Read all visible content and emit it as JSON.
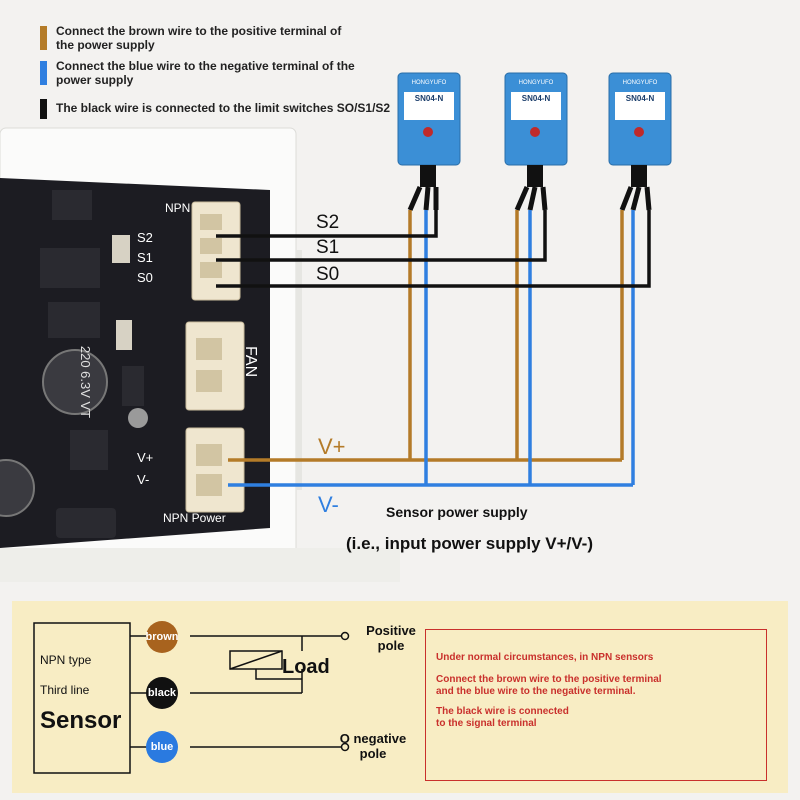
{
  "legend": [
    {
      "text": "Connect the brown wire to the positive terminal of the power supply",
      "color": "#b47b28"
    },
    {
      "text": "Connect the blue wire to the negative terminal of the power supply",
      "color": "#2f7fe0"
    },
    {
      "text": "The black wire is connected to the limit switches SO/S1/S2",
      "color": "#111111"
    }
  ],
  "sensors": [
    {
      "model": "SN04-N",
      "brand": "HONGYUFO"
    },
    {
      "model": "SN04-N",
      "brand": "HONGYUFO"
    },
    {
      "model": "SN04-N",
      "brand": "HONGYUFO"
    }
  ],
  "board": {
    "npn_sensor_label": "NPN sensor",
    "pin_labels": [
      "S2",
      "S1",
      "S0"
    ],
    "fan_label": "FAN",
    "npn_power_label": "NPN Power",
    "power_pins": [
      "V+",
      "V-"
    ],
    "capacitor_text": "220 6.3V VT"
  },
  "signals": [
    "S2",
    "S1",
    "S0"
  ],
  "power": {
    "positive": "V+",
    "negative": "V-"
  },
  "captions": {
    "supply": "Sensor power supply",
    "note": "(i.e., input power supply V+/V-)"
  },
  "schematic": {
    "npn_type": "NPN type",
    "third_line": "Third line",
    "sensor": "Sensor",
    "wires": [
      "brown",
      "black",
      "blue"
    ],
    "load": "Load",
    "positive": "Positive pole",
    "negative": "O negative pole"
  },
  "note_box": {
    "line1": "Under normal circumstances, in NPN sensors",
    "line2": "Connect the brown wire to the positive terminal",
    "line3": "and the blue wire to the negative terminal.",
    "line4": "The black wire is connected",
    "line5": "to the signal terminal"
  },
  "colors": {
    "brown": "#b47b28",
    "blue": "#2f7fe0",
    "black": "#111111",
    "sensor_blue": "#3b8fd6",
    "board": "#1c1c22",
    "note_red": "#c9302c",
    "panel": "#f8edc4"
  }
}
